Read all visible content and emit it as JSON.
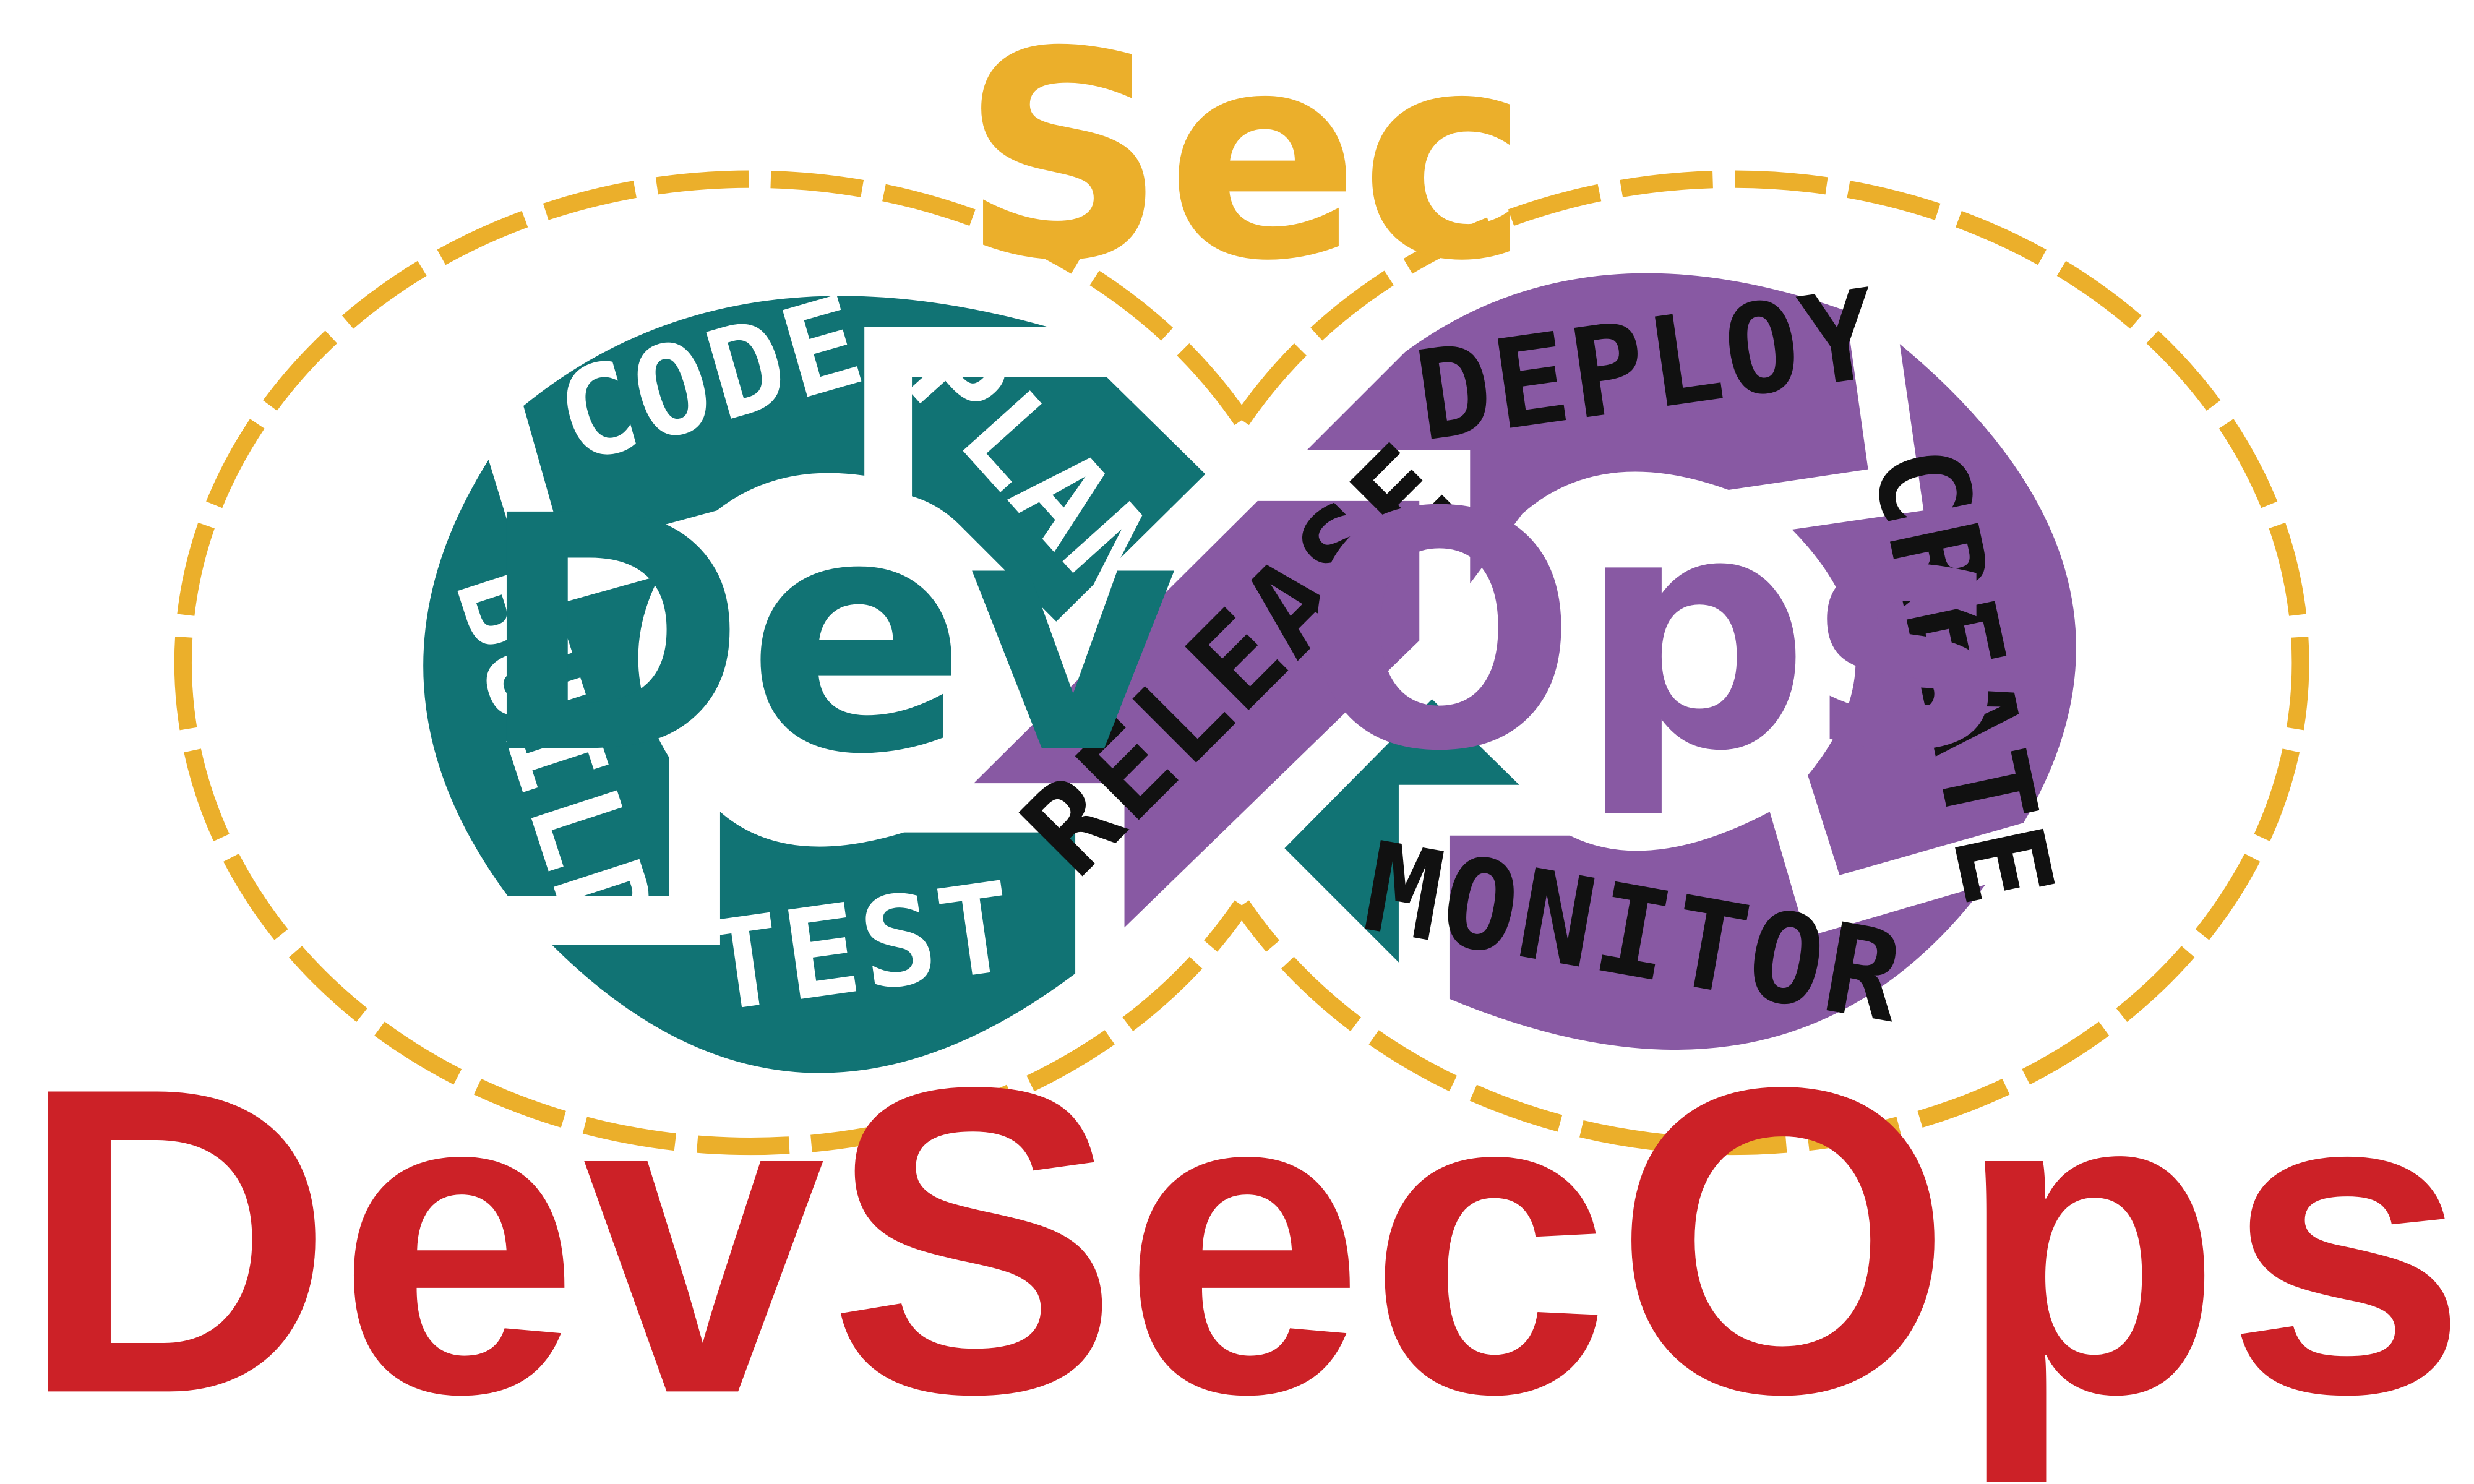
{
  "colors": {
    "dev": "#117374",
    "ops": "#8859a3",
    "sec": "#ebaf2b",
    "title": "#cc2127",
    "light_text": "#ffffff",
    "dark_text": "#111111",
    "background": "#ffffff"
  },
  "sec_label": "Sec",
  "dev": {
    "center_label": "Dev",
    "segments": [
      "CODE",
      "PLAN",
      "BUILD",
      "TEST"
    ]
  },
  "ops": {
    "center_label": "Ops",
    "segments": [
      "DEPLOY",
      "CREATE",
      "MONITOR",
      "RELEASE"
    ]
  },
  "title": "DevSecOps"
}
